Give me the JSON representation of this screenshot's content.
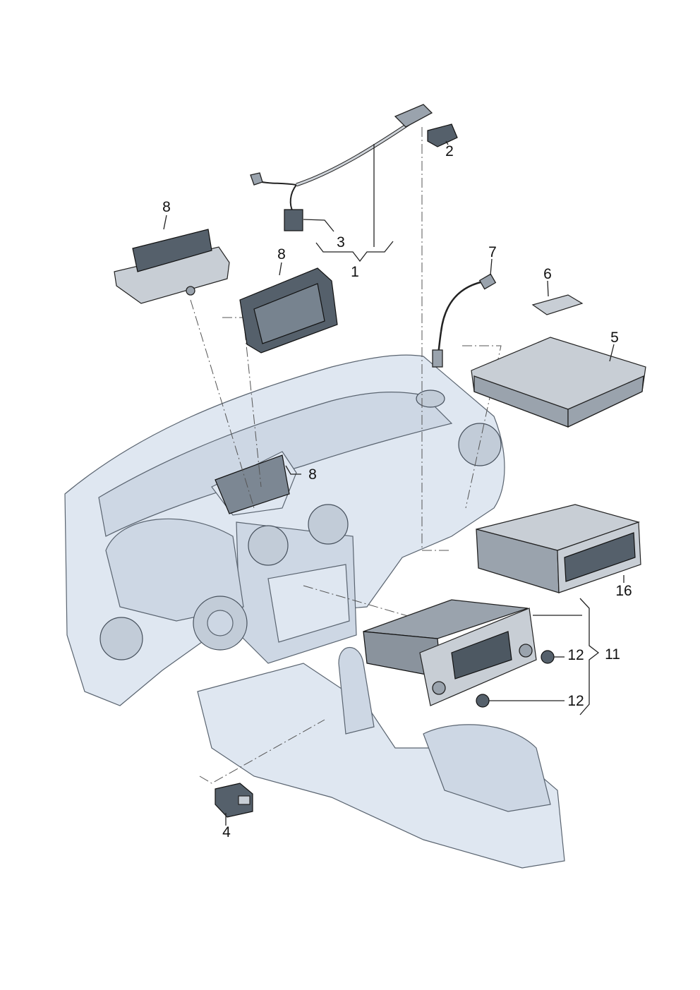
{
  "callouts": [
    {
      "id": "1",
      "text": "1"
    },
    {
      "id": "2",
      "text": "2"
    },
    {
      "id": "3",
      "text": "3"
    },
    {
      "id": "4",
      "text": "4"
    },
    {
      "id": "5",
      "text": "5"
    },
    {
      "id": "6",
      "text": "6"
    },
    {
      "id": "7",
      "text": "7"
    },
    {
      "id": "8a",
      "text": "8"
    },
    {
      "id": "8b",
      "text": "8"
    },
    {
      "id": "8c",
      "text": "8"
    },
    {
      "id": "11",
      "text": "11"
    },
    {
      "id": "12a",
      "text": "12"
    },
    {
      "id": "12b",
      "text": "12"
    },
    {
      "id": "16",
      "text": "16"
    }
  ]
}
